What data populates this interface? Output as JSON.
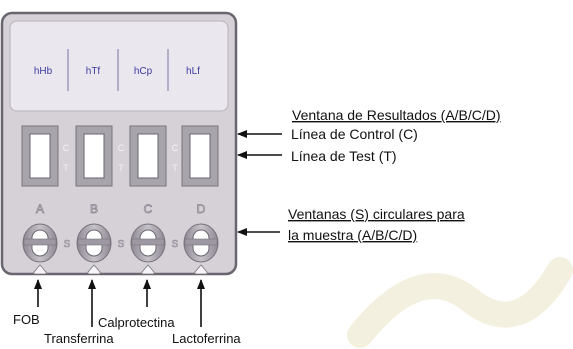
{
  "device": {
    "header_labels": [
      "hHb",
      "hTf",
      "hCp",
      "hLf"
    ],
    "slot_letters": [
      "A",
      "B",
      "C",
      "D"
    ],
    "control_mark": "C",
    "test_mark": "T",
    "sample_mark": "S"
  },
  "annotations": {
    "results_window": "Ventana de Resultados (A/B/C/D)",
    "control_line": "Línea de Control (C)",
    "test_line": "Línea de Test (T)",
    "sample_windows_line1": "Ventanas (S) circulares para",
    "sample_windows_line2": "la muestra (A/B/C/D)"
  },
  "bottom_labels": {
    "fob": "FOB",
    "transferrina": "Transferrina",
    "calprotectina": "Calprotectina",
    "lactoferrina": "Lactoferrina"
  },
  "colors": {
    "cassette_fill": "#d6d0d7",
    "cassette_border": "#6a6670",
    "header_fill": "#ebe7ee",
    "header_text": "#3c3ca0",
    "window_frame": "#a8a4ab",
    "window_inner": "#ffffff",
    "label_text": "#111111",
    "watermark": "#f3eedc"
  }
}
